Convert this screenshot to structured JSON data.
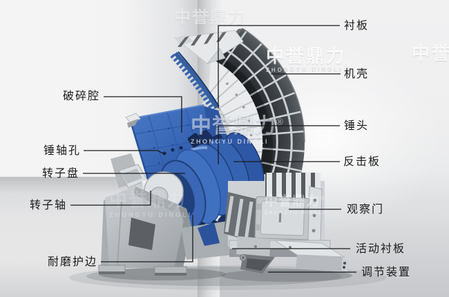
{
  "diagram": {
    "labels": {
      "crushing_chamber": "破碎腔",
      "hammer_shaft_hole": "锤轴孔",
      "rotor_disc": "转子盘",
      "rotor_shaft": "转子轴",
      "wear_guard_edge": "耐磨护边",
      "liner_plate": "衬板",
      "casing": "机壳",
      "hammer_head": "锤头",
      "impact_plate": "反击板",
      "inspection_door": "观察门",
      "movable_liner": "活动衬板",
      "adjusting_device": "调节装置"
    },
    "watermark": {
      "cn": "中誉鼎力",
      "en": "ZHONGYU DINGLI",
      "reg": "®"
    }
  }
}
